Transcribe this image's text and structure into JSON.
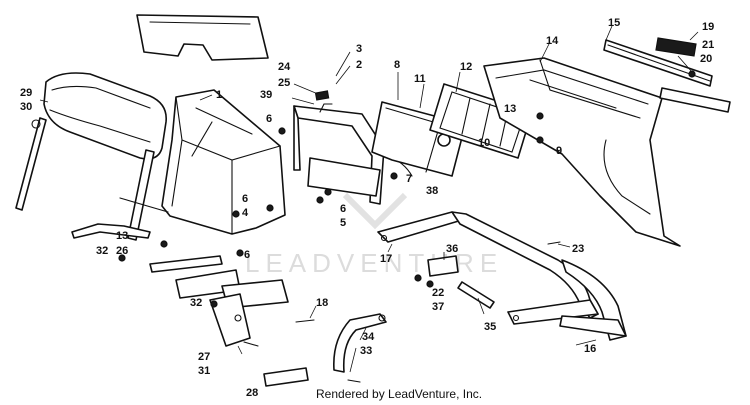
{
  "watermark": {
    "text": "LEADVENTURE"
  },
  "footer": {
    "credit": "Rendered by LeadVenture, Inc."
  },
  "callouts": {
    "c1": "1",
    "c2": "2",
    "c3": "3",
    "c4": "4",
    "c5": "5",
    "c6a": "6",
    "c6b": "6",
    "c6c": "6",
    "c6d": "6",
    "c7": "7",
    "c8": "8",
    "c9": "9",
    "c10": "10",
    "c11": "11",
    "c12": "12",
    "c13a": "13",
    "c13b": "13",
    "c14": "14",
    "c15": "15",
    "c16": "16",
    "c17": "17",
    "c18": "18",
    "c19": "19",
    "c20": "20",
    "c21": "21",
    "c22": "22",
    "c23": "23",
    "c24": "24",
    "c25": "25",
    "c26": "26",
    "c27": "27",
    "c28": "28",
    "c29": "29",
    "c30": "30",
    "c31": "31",
    "c32a": "32",
    "c32b": "32",
    "c33": "33",
    "c34": "34",
    "c35": "35",
    "c36": "36",
    "c37": "37",
    "c38": "38",
    "c39": "39"
  }
}
